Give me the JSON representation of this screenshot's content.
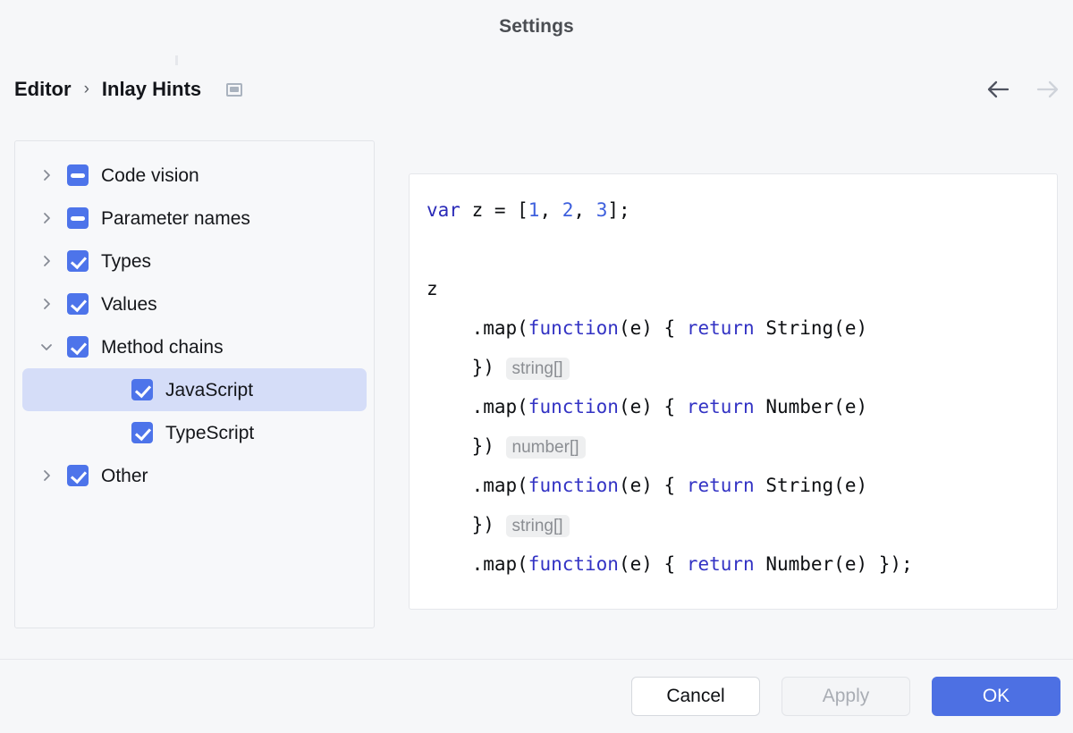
{
  "dialog": {
    "title": "Settings"
  },
  "breadcrumb": {
    "root": "Editor",
    "separator": "›",
    "leaf": "Inlay Hints",
    "panel_icon": "panel-icon",
    "back_icon": "arrow-left-icon",
    "forward_icon": "arrow-right-icon",
    "back_enabled": true,
    "forward_enabled": false
  },
  "tree": {
    "items": [
      {
        "label": "Code vision",
        "depth": 1,
        "chevron": "chevron-right",
        "check": "indeterminate",
        "selected": false
      },
      {
        "label": "Parameter names",
        "depth": 1,
        "chevron": "chevron-right",
        "check": "indeterminate",
        "selected": false
      },
      {
        "label": "Types",
        "depth": 1,
        "chevron": "chevron-right",
        "check": "checked",
        "selected": false
      },
      {
        "label": "Values",
        "depth": 1,
        "chevron": "chevron-right",
        "check": "checked",
        "selected": false
      },
      {
        "label": "Method chains",
        "depth": 1,
        "chevron": "chevron-down",
        "check": "checked",
        "selected": false
      },
      {
        "label": "JavaScript",
        "depth": 2,
        "chevron": "none",
        "check": "checked",
        "selected": true
      },
      {
        "label": "TypeScript",
        "depth": 2,
        "chevron": "none",
        "check": "checked",
        "selected": false
      },
      {
        "label": "Other",
        "depth": 1,
        "chevron": "chevron-right",
        "check": "checked",
        "selected": false
      }
    ]
  },
  "preview": {
    "language": "JavaScript",
    "lines": [
      {
        "id": "l1",
        "segments": [
          {
            "t": "var",
            "c": "kw"
          },
          {
            "t": " z = [",
            "c": ""
          },
          {
            "t": "1",
            "c": "num"
          },
          {
            "t": ", ",
            "c": ""
          },
          {
            "t": "2",
            "c": "num"
          },
          {
            "t": ", ",
            "c": ""
          },
          {
            "t": "3",
            "c": "num"
          },
          {
            "t": "];",
            "c": ""
          }
        ]
      },
      {
        "id": "l2",
        "segments": []
      },
      {
        "id": "l3",
        "segments": [
          {
            "t": "z",
            "c": ""
          }
        ]
      },
      {
        "id": "l4",
        "segments": [
          {
            "t": "    .map(",
            "c": ""
          },
          {
            "t": "function",
            "c": "kw2"
          },
          {
            "t": "(e) { ",
            "c": ""
          },
          {
            "t": "return",
            "c": "kw2"
          },
          {
            "t": " String(e)",
            "c": ""
          }
        ]
      },
      {
        "id": "l5",
        "segments": [
          {
            "t": "    }) ",
            "c": ""
          },
          {
            "t": "string[]",
            "c": "hint"
          }
        ]
      },
      {
        "id": "l6",
        "segments": [
          {
            "t": "    .map(",
            "c": ""
          },
          {
            "t": "function",
            "c": "kw2"
          },
          {
            "t": "(e) { ",
            "c": ""
          },
          {
            "t": "return",
            "c": "kw2"
          },
          {
            "t": " Number(e)",
            "c": ""
          }
        ]
      },
      {
        "id": "l7",
        "segments": [
          {
            "t": "    }) ",
            "c": ""
          },
          {
            "t": "number[]",
            "c": "hint"
          }
        ]
      },
      {
        "id": "l8",
        "segments": [
          {
            "t": "    .map(",
            "c": ""
          },
          {
            "t": "function",
            "c": "kw2"
          },
          {
            "t": "(e) { ",
            "c": ""
          },
          {
            "t": "return",
            "c": "kw2"
          },
          {
            "t": " String(e)",
            "c": ""
          }
        ]
      },
      {
        "id": "l9",
        "segments": [
          {
            "t": "    }) ",
            "c": ""
          },
          {
            "t": "string[]",
            "c": "hint"
          }
        ]
      },
      {
        "id": "l10",
        "segments": [
          {
            "t": "    .map(",
            "c": ""
          },
          {
            "t": "function",
            "c": "kw2"
          },
          {
            "t": "(e) { ",
            "c": ""
          },
          {
            "t": "return",
            "c": "kw2"
          },
          {
            "t": " Number(e) });",
            "c": ""
          }
        ]
      }
    ],
    "inlay_hints": [
      "string[]",
      "number[]",
      "string[]"
    ]
  },
  "footer": {
    "cancel_label": "Cancel",
    "apply_label": "Apply",
    "apply_enabled": false,
    "ok_label": "OK"
  },
  "colors": {
    "accent": "#4d70e3",
    "checkbox": "#4d74ea",
    "selection": "#d5ddf8",
    "keyword": "#2b2bb8",
    "keyword2": "#3333c4",
    "number": "#3d5fdd",
    "hint_bg": "#eeeff0",
    "hint_fg": "#8a8d92",
    "window_bg": "#f6f7f9",
    "panel_bg": "#f7f8fa",
    "code_bg": "#ffffff",
    "disabled_text": "#a9adb4"
  }
}
